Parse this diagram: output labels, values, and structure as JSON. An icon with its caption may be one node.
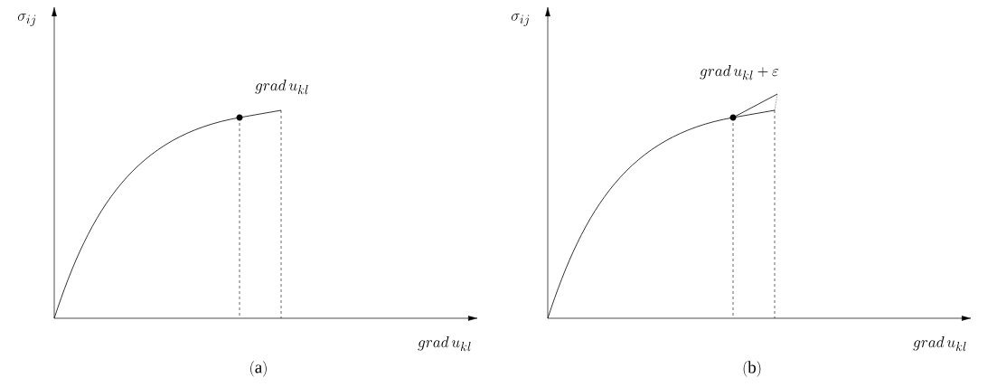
{
  "diagram": {
    "labels": [
      "\\sigma_{ij}",
      "\\sigma_{ij}",
      "grad\\,u_{kl}",
      "grad\\,u_{kl}+\\varepsilon",
      "grad\\,u_{kl}",
      "grad\\,u_{kl}",
      "(\\mathrm{a})",
      "(\\mathrm{b})"
    ]
  }
}
